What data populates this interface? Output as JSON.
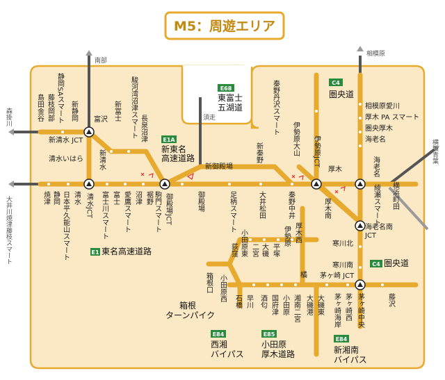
{
  "title": "M5：周遊エリア",
  "colors": {
    "route": "#e6aa2e",
    "area": "#fbe9c5",
    "area_border": "#e6aa2e",
    "grey_road": "#555555",
    "green_sign": "#2a8b3f",
    "grey_dest": "#9a9a9a"
  },
  "destinations": {
    "top_nanbu": "南部",
    "top_sagamihara": "相模原",
    "left_morikake": "森掛川",
    "left_shizuoka_arrow": "大井川焼津藤枝スマート",
    "right_yokohama_aoba": "横浜青葉"
  },
  "signs": {
    "e68": "E68",
    "c4_top": "C4",
    "e1a": "E1A",
    "e1": "E1",
    "c4_mid": "C4",
    "e84_a": "E84",
    "e85": "E85",
    "e84_b": "E84"
  },
  "road_names": {
    "e68": "東富士\n五湖道",
    "ken_chuo_top": "圏央道",
    "shin_tomei": "新東名\n高速道路",
    "tomei": "東名高速道路",
    "ken_chuo_mid": "圏央道",
    "hakone": "箱根\nターンパイク",
    "seisho": "西湘\nバイパス",
    "odawara_atsugi": "小田原\n厚木道路",
    "shin_shonan": "新湘南\nバイパス",
    "subashiri": "須走"
  },
  "stations": [
    "静岡SAスマート",
    "藤枝岡部",
    "島田金谷",
    "新静岡",
    "富沢",
    "新清水 JCT",
    "新清水",
    "清水いはら",
    "駿河湾沼津スマート",
    "新富士",
    "長泉沼津",
    "新御殿場",
    "御殿場JCT",
    "御殿場",
    "足柄スマート",
    "大井松田",
    "秦野中井",
    "秦野丹沢スマート",
    "新秦野",
    "伊勢原大山",
    "伊勢原JCT",
    "厚木",
    "海老名JCT",
    "横浜町田",
    "綾瀬スマート",
    "厚木南",
    "海老名南JCT",
    "寒川北",
    "寒川南",
    "茅ヶ崎JCT",
    "茅ヶ崎中央",
    "藤沢",
    "茅ヶ崎海岸",
    "茅ヶ崎西",
    "相模原愛川",
    "厚木PAスマート",
    "圏央厚木",
    "海老名",
    "焼津",
    "静岡",
    "日本平久能山スマート",
    "清水",
    "清水JCT",
    "富士川スマート",
    "富士",
    "愛鷹スマート",
    "沼津",
    "裾野",
    "駒門スマート",
    "小田原東",
    "小田原",
    "荻窪",
    "大磯",
    "二宮",
    "平塚",
    "伊勢原",
    "厚木西",
    "箱根口",
    "小田原西",
    "石橋",
    "早川",
    "酒匂",
    "国府津",
    "湘南二宮",
    "大磯港",
    "大磯東",
    "橘"
  ]
}
